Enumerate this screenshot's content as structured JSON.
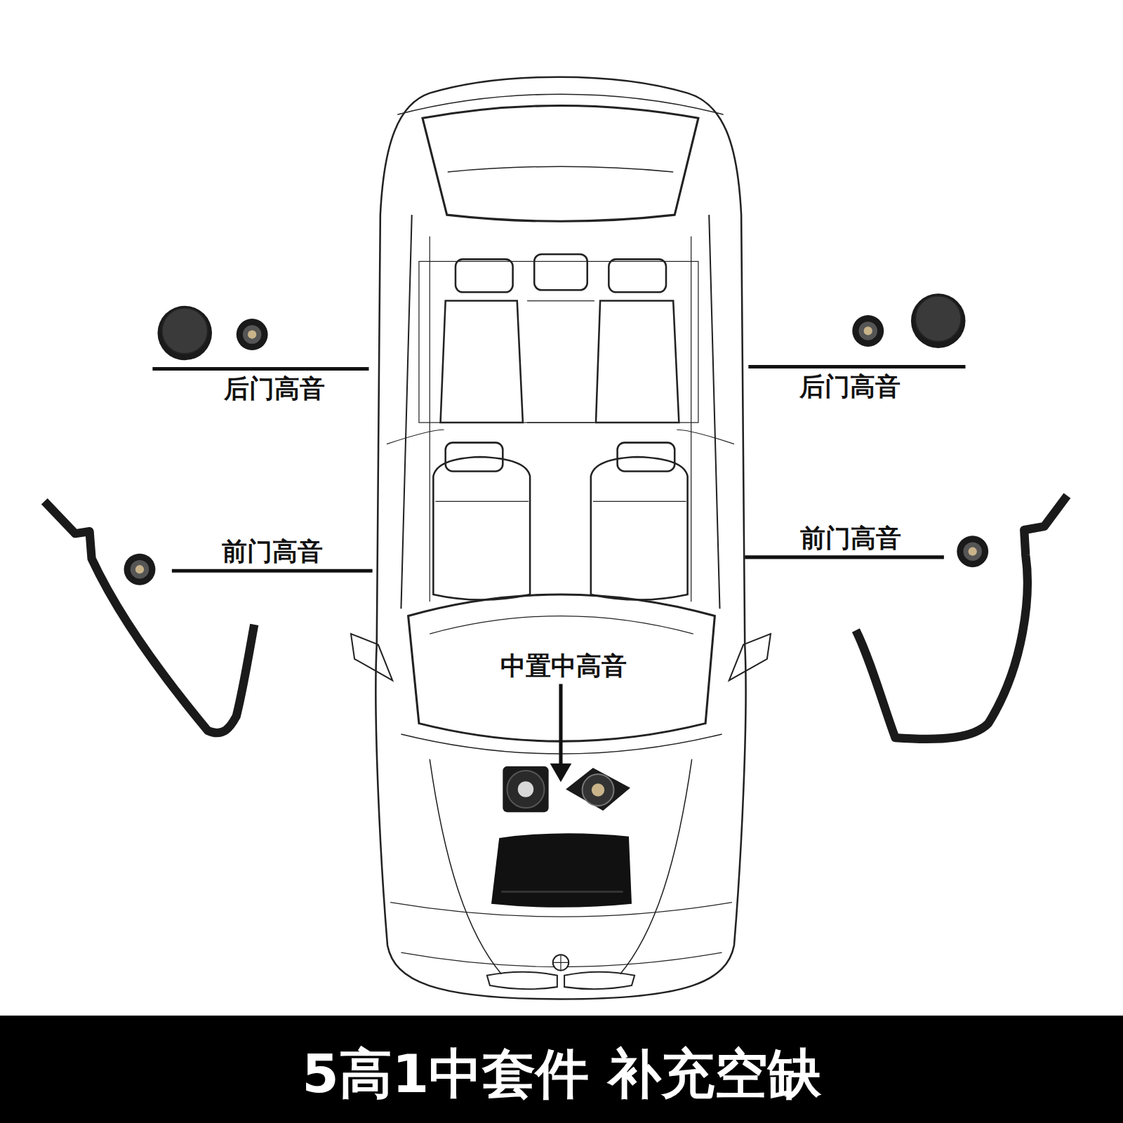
{
  "diagram": {
    "caption": "5高1中套件 补充空缺",
    "labels": [
      "后门高音",
      "后门高音",
      "前门高音",
      "前门高音",
      "中置中高音"
    ]
  }
}
